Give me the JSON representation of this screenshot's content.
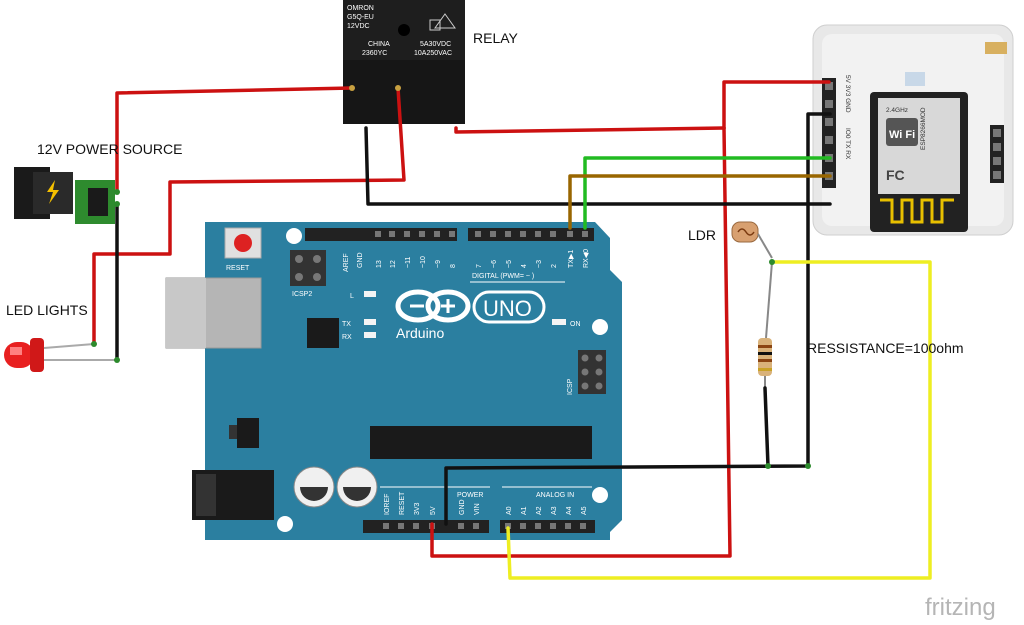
{
  "labels": {
    "relay": "RELAY",
    "power": "12V POWER SOURCE",
    "led": "LED LIGHTS",
    "ldr": "LDR",
    "resistance": "RESSISTANCE=100ohm",
    "watermark": "fritzing"
  },
  "relay_text": {
    "line1": "OMRON",
    "line2": "G5Q-EU",
    "line3": "12VDC",
    "line4": "CHINA",
    "line5": "2360YC",
    "line6": "5A30VDC",
    "line7": "10A250VAC"
  },
  "arduino": {
    "brand": "Arduino",
    "model": "UNO",
    "reset": "RESET",
    "icsp2": "ICSP2",
    "icsp": "ICSP",
    "led_l": "L",
    "led_tx": "TX",
    "led_rx": "RX",
    "led_on": "ON",
    "digital": "DIGITAL (PWM= ~ )",
    "power": "POWER",
    "analog": "ANALOG IN",
    "aref": "AREF",
    "gnd": "GND",
    "digital_pins": [
      "13",
      "12",
      "~11",
      "~10",
      "~9",
      "8",
      "7",
      "~6",
      "~5",
      "4",
      "~3",
      "2",
      "TX▶1",
      "RX◀0"
    ],
    "power_pins": [
      "IOREF",
      "RESET",
      "3V3",
      "5V",
      "GND",
      "VIN"
    ],
    "analog_pins": [
      "A0",
      "A1",
      "A2",
      "A3",
      "A4",
      "A5"
    ]
  },
  "wifi_module": {
    "label": "ESP8266MOD",
    "badge": "Wi Fi",
    "freq": "2.4GHz",
    "pins": [
      "5V",
      "3V3",
      "GND",
      "IO0",
      "RX",
      "TX"
    ]
  },
  "colors": {
    "board": "#2b7fa0",
    "wire_red": "#cc1111",
    "wire_black": "#111111",
    "wire_green": "#22bb22",
    "wire_brown": "#996600",
    "wire_yellow": "#eeee22",
    "wire_gray": "#888888"
  }
}
